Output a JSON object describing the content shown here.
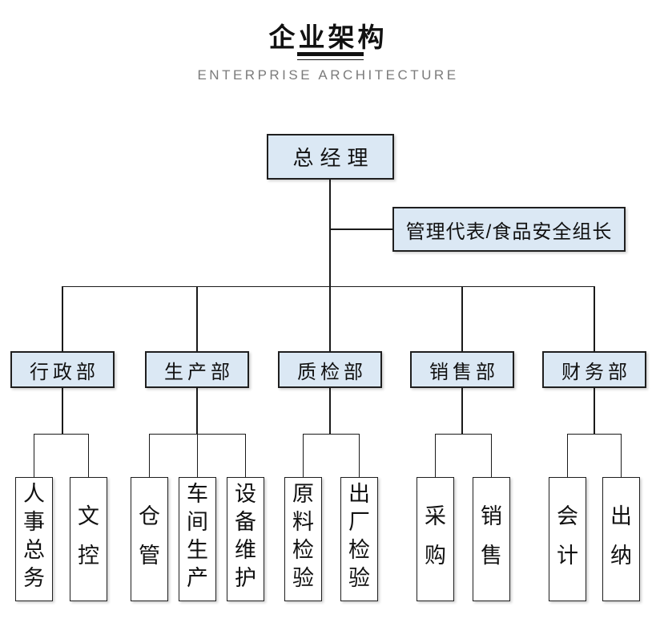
{
  "title": "企业架构",
  "subtitle": "ENTERPRISE ARCHITECTURE",
  "org": {
    "root": "总经理",
    "staff": "管理代表/食品安全组长",
    "departments": [
      {
        "name": "行政部",
        "children": [
          "人事总务",
          "文控"
        ]
      },
      {
        "name": "生产部",
        "children": [
          "仓管",
          "车间生产",
          "设备维护"
        ]
      },
      {
        "name": "质检部",
        "children": [
          "原料检验",
          "出厂检验"
        ]
      },
      {
        "name": "销售部",
        "children": [
          "采购",
          "销售"
        ]
      },
      {
        "name": "财务部",
        "children": [
          "会计",
          "出纳"
        ]
      }
    ]
  },
  "colors": {
    "node_fill": "#dbe8f4",
    "node_border": "#1f1f1f",
    "leaf_fill": "#ffffff",
    "connector": "#1a1a1a",
    "subtitle_text": "#7b7b7b",
    "title_text": "#111111"
  }
}
